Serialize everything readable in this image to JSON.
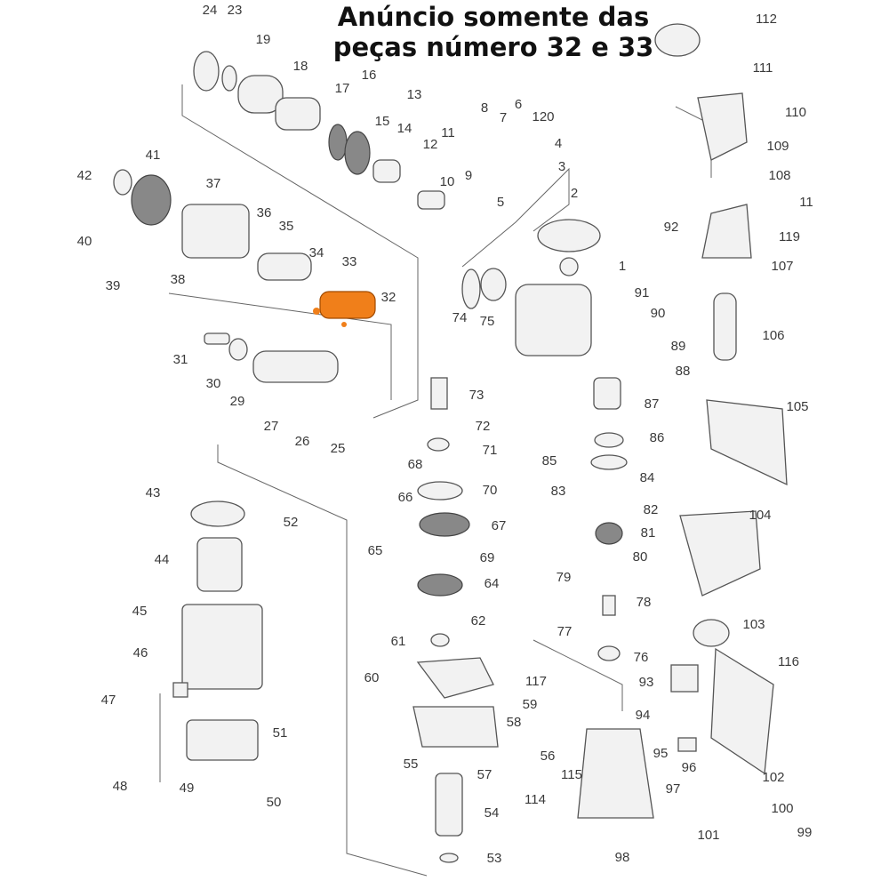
{
  "title": {
    "line1": "Anúncio somente das",
    "line2": "peças número 32 e 33"
  },
  "highlight_color": "#f07f1a",
  "highlighted_parts": [
    "32",
    "33"
  ],
  "diagram": {
    "labels": [
      "24",
      "23",
      "19",
      "18",
      "17",
      "16",
      "13",
      "15",
      "14",
      "12",
      "11",
      "10",
      "9",
      "8",
      "7",
      "6",
      "120",
      "4",
      "3",
      "5",
      "112",
      "111",
      "110",
      "109",
      "108",
      "11",
      "119",
      "107",
      "106",
      "105",
      "104",
      "103",
      "116",
      "102",
      "100",
      "99",
      "101",
      "97",
      "98",
      "115",
      "114",
      "96",
      "95",
      "94",
      "93",
      "42",
      "41",
      "37",
      "36",
      "35",
      "34",
      "33",
      "32",
      "40",
      "39",
      "38",
      "31",
      "30",
      "29",
      "27",
      "26",
      "25",
      "2",
      "92",
      "1",
      "91",
      "90",
      "89",
      "88",
      "74",
      "75",
      "73",
      "72",
      "71",
      "68",
      "70",
      "66",
      "67",
      "65",
      "69",
      "64",
      "62",
      "61",
      "60",
      "117",
      "59",
      "58",
      "56",
      "55",
      "57",
      "54",
      "53",
      "87",
      "86",
      "85",
      "84",
      "83",
      "82",
      "81",
      "80",
      "79",
      "78",
      "77",
      "76",
      "43",
      "52",
      "44",
      "45",
      "46",
      "47",
      "48",
      "49",
      "51",
      "50"
    ]
  }
}
